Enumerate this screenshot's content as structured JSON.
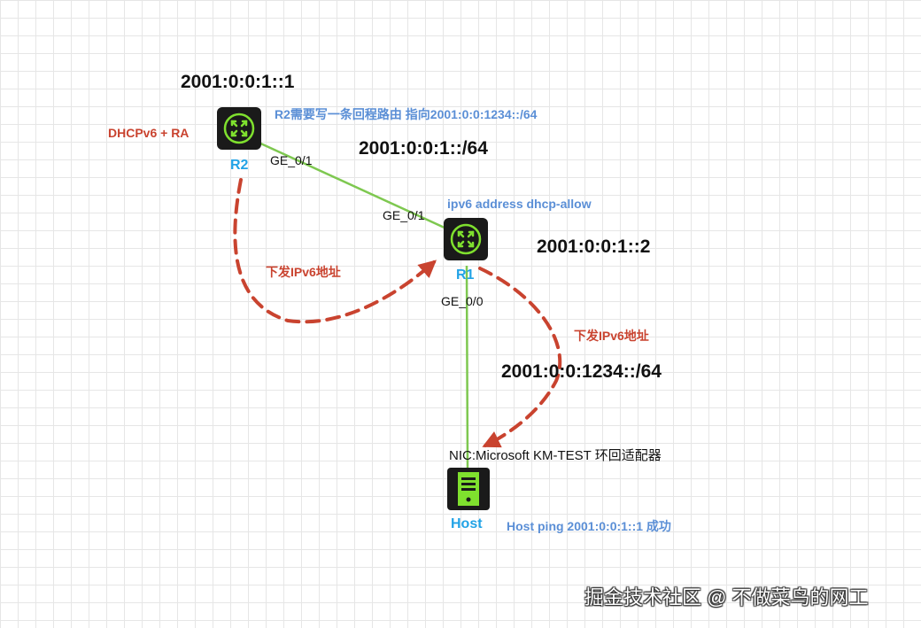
{
  "nodes": {
    "r2": {
      "name": "R2"
    },
    "r1": {
      "name": "R1"
    },
    "host": {
      "name": "Host"
    }
  },
  "labels": {
    "r2_ip": "2001:0:0:1::1",
    "r2_net": "2001:0:0:1::/64",
    "r1_ip": "2001:0:0:1::2",
    "host_net": "2001:0:0:1234::/64",
    "r2_port": "GE_0/1",
    "r1_port_up": "GE_0/1",
    "r1_port_down": "GE_0/0",
    "r2_note": "R2需要写一条回程路由 指向2001:0:0:1234::/64",
    "r2_service": "DHCPv6 + RA",
    "r1_config": "ipv6 address dhcp-allow",
    "deliver_left": "下发IPv6地址",
    "deliver_right": "下发IPv6地址",
    "nic": "NIC:Microsoft KM-TEST 环回适配器",
    "host_result": "Host ping 2001:0:0:1::1 成功"
  },
  "watermark": "掘金技术社区 @ 不做菜鸟的网工",
  "colors": {
    "link": "#7ec850",
    "arrow": "#c9432f",
    "device_body": "#1a1a1a",
    "device_accent": "#7fe02e"
  }
}
